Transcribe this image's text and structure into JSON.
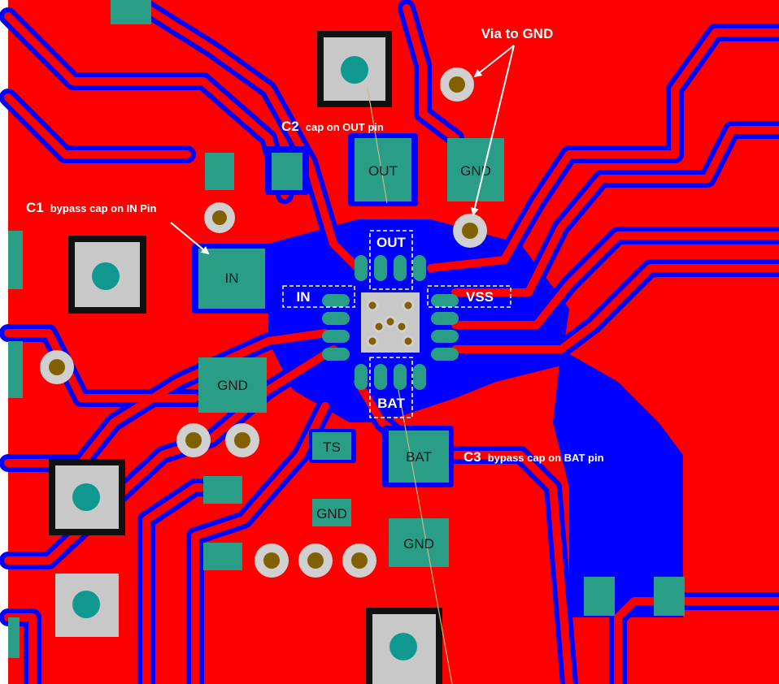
{
  "colors": {
    "copper_top": "#ff0000",
    "copper_bottom": "#0000ff",
    "pad": "#2a9d86",
    "via_ring": "#d0d0d0",
    "via_hole": "#806000",
    "through_hole_pad": "#c8c8c8",
    "through_hole_center": "#0f9890",
    "annotation": "#ffffff"
  },
  "pads": {
    "out": "OUT",
    "gnd_top": "GND",
    "in": "IN",
    "gnd_left": "GND",
    "ts": "TS",
    "bat": "BAT",
    "gnd_small": "GND",
    "gnd_bottom": "GND"
  },
  "ic_pins": {
    "out": "OUT",
    "in": "IN",
    "vss": "VSS",
    "bat": "BAT"
  },
  "annotations": {
    "via_to_gnd": "Via to GND",
    "c2_ref": "C2",
    "c2_desc": "cap on OUT pin",
    "c1_ref": "C1",
    "c1_desc": "bypass cap on IN Pin",
    "c3_ref": "C3",
    "c3_desc": "bypass cap on BAT pin"
  }
}
